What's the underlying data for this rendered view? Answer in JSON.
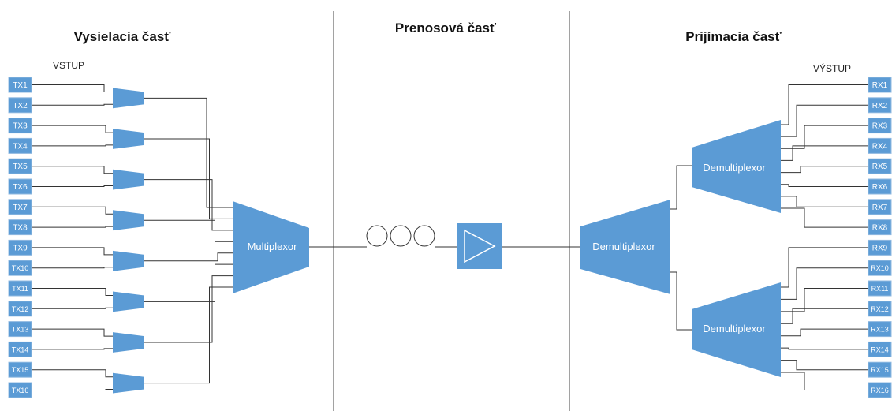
{
  "sections": {
    "transmit_title": "Vysielacia časť",
    "transmission_title": "Prenosová časť",
    "receive_title": "Prijímacia časť"
  },
  "labels": {
    "input": "VSTUP",
    "output": "VÝSTUP"
  },
  "transmitters": [
    "TX1",
    "TX2",
    "TX3",
    "TX4",
    "TX5",
    "TX6",
    "TX7",
    "TX8",
    "TX9",
    "TX10",
    "TX11",
    "TX12",
    "TX13",
    "TX14",
    "TX15",
    "TX16"
  ],
  "receivers": [
    "RX1",
    "RX2",
    "RX3",
    "RX4",
    "RX5",
    "RX6",
    "RX7",
    "RX8",
    "RX9",
    "RX10",
    "RX11",
    "RX12",
    "RX13",
    "RX14",
    "RX15",
    "RX16"
  ],
  "blocks": {
    "multiplexor": "Multiplexor",
    "demultiplexor_main": "Demultiplexor",
    "demultiplexor_upper": "Demultiplexor",
    "demultiplexor_lower": "Demultiplexor"
  },
  "colors": {
    "block_fill": "#5b9bd5",
    "box_border": "#8fb8e0",
    "wire": "#333333"
  },
  "icons": {
    "fiber": "fiber-coil-icon",
    "amplifier": "amplifier-triangle-icon"
  }
}
